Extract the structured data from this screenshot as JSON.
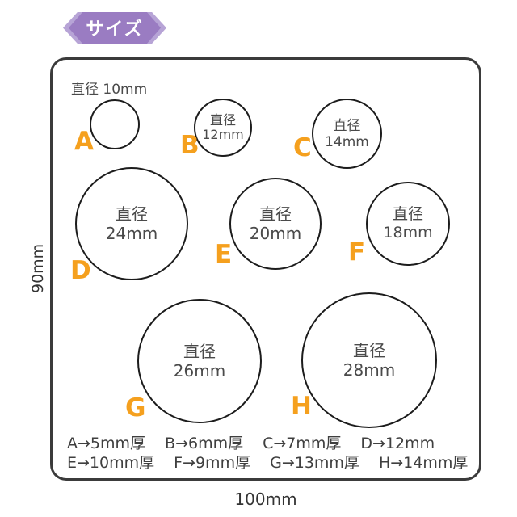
{
  "badge": {
    "label": "サイズ"
  },
  "diagram": {
    "height_label": "90mm",
    "width_label": "100mm",
    "circle_a_caption": "直径 10mm",
    "circles": [
      {
        "letter": "A",
        "diameter_mm": 10,
        "line1": "直径",
        "line2": "10mm"
      },
      {
        "letter": "B",
        "diameter_mm": 12,
        "line1": "直径",
        "line2": "12mm"
      },
      {
        "letter": "C",
        "diameter_mm": 14,
        "line1": "直径",
        "line2": "14mm"
      },
      {
        "letter": "D",
        "diameter_mm": 24,
        "line1": "直径",
        "line2": "24mm"
      },
      {
        "letter": "E",
        "diameter_mm": 20,
        "line1": "直径",
        "line2": "20mm"
      },
      {
        "letter": "F",
        "diameter_mm": 18,
        "line1": "直径",
        "line2": "18mm"
      },
      {
        "letter": "G",
        "diameter_mm": 26,
        "line1": "直径",
        "line2": "26mm"
      },
      {
        "letter": "H",
        "diameter_mm": 28,
        "line1": "直径",
        "line2": "28mm"
      }
    ],
    "legend": {
      "rows": [
        [
          "A→5mm厚",
          "B→6mm厚",
          "C→7mm厚",
          "D→12mm"
        ],
        [
          "E→10mm厚",
          "F→9mm厚",
          "G→13mm厚",
          "H→14mm厚"
        ]
      ]
    }
  },
  "colors": {
    "badge_main": "#9a7cc2",
    "badge_tip": "#b7a4d6",
    "letter_orange": "#f5a01e",
    "circle_text_gray": "#4a4a4a",
    "outline_dark": "#3b3b3b"
  }
}
